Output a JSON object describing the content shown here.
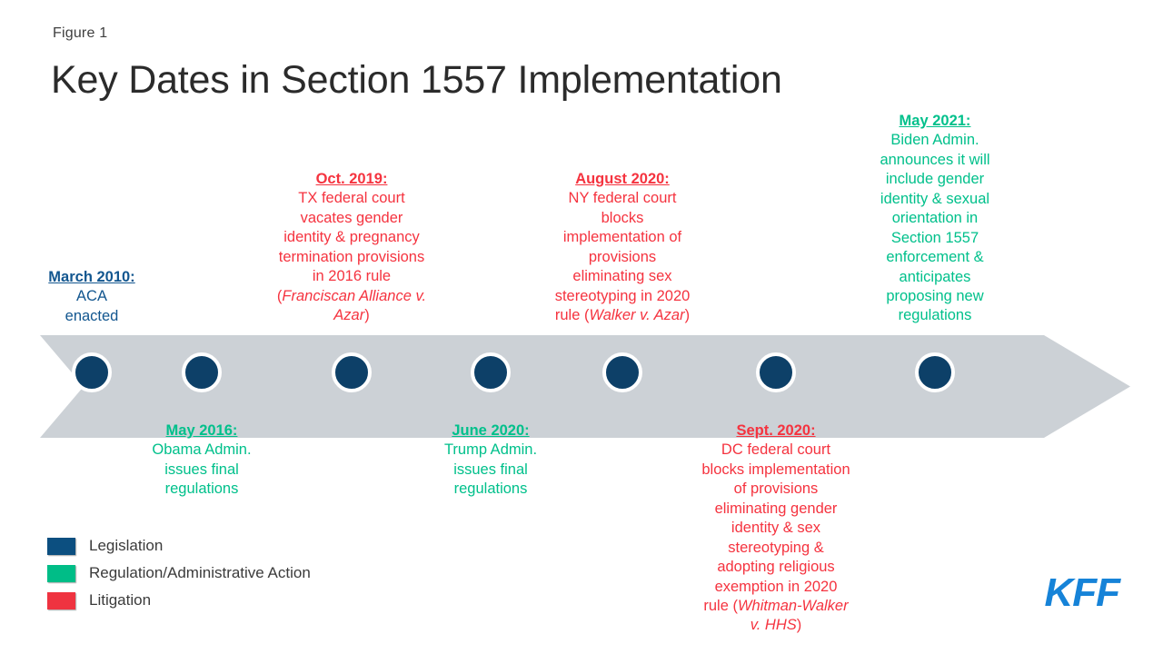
{
  "header": {
    "figure_label": "Figure 1",
    "title": "Key Dates in Section 1557 Implementation"
  },
  "colors": {
    "legislation": "#12568f",
    "regulation": "#00c08b",
    "litigation": "#f5333f",
    "arrow": "#ccd1d6",
    "node": "#0d4068",
    "logo": "#1683d8"
  },
  "timeline": {
    "node_count": 7,
    "events": [
      {
        "id": "march-2010",
        "position": "above",
        "category": "legislation",
        "date": "March 2010:",
        "body": "ACA enacted",
        "case": ""
      },
      {
        "id": "may-2016",
        "position": "below",
        "category": "regulation",
        "date": "May 2016:",
        "body": "Obama Admin. issues final regulations",
        "case": ""
      },
      {
        "id": "oct-2019",
        "position": "above",
        "category": "litigation",
        "date": "Oct. 2019:",
        "body": "TX federal court vacates gender identity & pregnancy termination provisions in 2016 rule (",
        "case": "Franciscan Alliance v. Azar",
        "body_tail": ")"
      },
      {
        "id": "june-2020",
        "position": "below",
        "category": "regulation",
        "date": "June 2020:",
        "body": "Trump Admin. issues final regulations",
        "case": ""
      },
      {
        "id": "august-2020",
        "position": "above",
        "category": "litigation",
        "date": "August 2020:",
        "body": "NY federal court blocks implementation of provisions eliminating sex stereotyping in 2020 rule (",
        "case": "Walker v. Azar",
        "body_tail": ")"
      },
      {
        "id": "sept-2020",
        "position": "below",
        "category": "litigation",
        "date": "Sept. 2020:",
        "body": "DC federal court blocks implementation of provisions eliminating gender identity & sex stereotyping & adopting religious exemption in 2020 rule (",
        "case": "Whitman-Walker v. HHS",
        "body_tail": ")"
      },
      {
        "id": "may-2021",
        "position": "above",
        "category": "regulation",
        "date": "May 2021:",
        "body": "Biden Admin. announces it will include gender identity & sexual orientation in Section 1557 enforcement & anticipates proposing new regulations",
        "case": ""
      }
    ]
  },
  "legend": {
    "items": [
      {
        "label": "Legislation",
        "color": "#0c4f80"
      },
      {
        "label": "Regulation/Administrative Action",
        "color": "#00bd87"
      },
      {
        "label": "Litigation",
        "color": "#ef3340"
      }
    ]
  },
  "logo": {
    "text": "KFF"
  }
}
